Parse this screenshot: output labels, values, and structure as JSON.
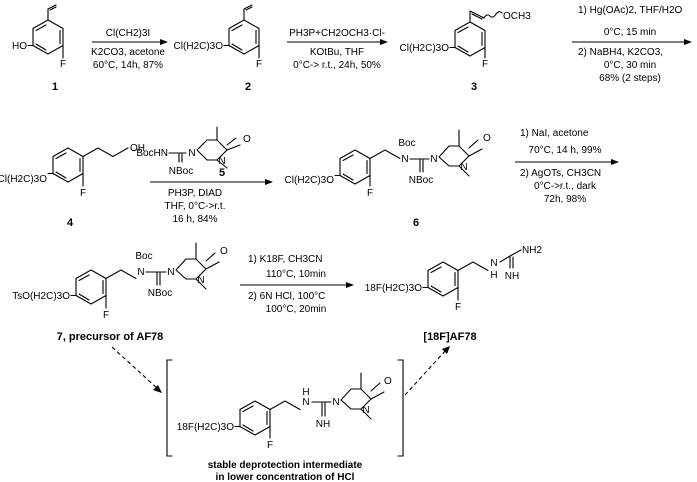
{
  "compounds": {
    "c1": {
      "number": "1",
      "subs": [
        {
          "text": "HO"
        },
        {
          "text": "F"
        }
      ]
    },
    "c2": {
      "number": "2",
      "subs": [
        {
          "text": "Cl(H2C)3O"
        },
        {
          "text": "F"
        }
      ]
    },
    "c3": {
      "number": "3",
      "subs": [
        {
          "text": "Cl(H2C)3O"
        },
        {
          "text": "F"
        },
        {
          "text": "OCH3"
        }
      ]
    },
    "c4": {
      "number": "4",
      "subs": [
        {
          "text": "Cl(H2C)3O"
        },
        {
          "text": "F"
        },
        {
          "text": "OH"
        }
      ]
    },
    "c5": {
      "number": "5",
      "subs": [
        {
          "text": "BocHN"
        },
        {
          "text": "NBoc"
        },
        {
          "text": "N"
        },
        {
          "text": "N"
        },
        {
          "text": "O"
        }
      ]
    },
    "c6": {
      "number": "6",
      "subs": [
        {
          "text": "Cl(H2C)3O"
        },
        {
          "text": "F"
        },
        {
          "text": "Boc"
        },
        {
          "text": "N"
        },
        {
          "text": "NBoc"
        },
        {
          "text": "N"
        },
        {
          "text": "N"
        },
        {
          "text": "O"
        }
      ]
    },
    "c7": {
      "number": "7, precursor of AF78",
      "subs": [
        {
          "text": "TsO(H2C)3O"
        },
        {
          "text": "F"
        },
        {
          "text": "Boc"
        },
        {
          "text": "N"
        },
        {
          "text": "NBoc"
        },
        {
          "text": "N"
        },
        {
          "text": "N"
        },
        {
          "text": "O"
        }
      ]
    },
    "af78": {
      "number": "[18F]AF78",
      "subs": [
        {
          "text": "18F(H2C)3O"
        },
        {
          "text": "F"
        },
        {
          "text": "N"
        },
        {
          "text": "H"
        },
        {
          "text": "NH"
        },
        {
          "text": "NH2"
        }
      ]
    },
    "inter": {
      "subs": [
        {
          "text": "18F(H2C)3O"
        },
        {
          "text": "F"
        },
        {
          "text": "N"
        },
        {
          "text": "H"
        },
        {
          "text": "NH"
        },
        {
          "text": "N"
        },
        {
          "text": "N"
        },
        {
          "text": "O"
        }
      ]
    }
  },
  "steps": {
    "s1": {
      "top": [
        "Cl(CH2)3I"
      ],
      "bottom": [
        "K2CO3, acetone",
        "60°C, 14h, 87%"
      ]
    },
    "s2": {
      "top": [
        "PH3P+CH2OCH3·Cl-"
      ],
      "bottom": [
        "KOtBu, THF",
        "0°C-> r.t., 24h, 50%"
      ]
    },
    "s3": {
      "top": [
        "1) Hg(OAc)2, THF/H2O",
        "0°C, 15 min"
      ],
      "bottom": [
        "2) NaBH4, K2CO3,",
        "0°C, 30 min",
        "68% (2 steps)"
      ]
    },
    "s4": {
      "top": [],
      "bottom": [
        "PH3P, DIAD",
        "THF, 0°C->r.t.",
        "16 h, 84%"
      ]
    },
    "s5": {
      "top": [
        "1) NaI, acetone",
        "70°C, 14 h, 99%"
      ],
      "bottom": [
        "2) AgOTs, CH3CN",
        "0°C->r.t., dark",
        "72h, 98%"
      ]
    },
    "s6": {
      "top": [
        "1) K18F, CH3CN",
        "110°C, 10min"
      ],
      "bottom": [
        "2) 6N HCl, 100°C",
        "100°C, 20min"
      ]
    }
  },
  "note": [
    "stable deprotection intermediate",
    "in lower concentration of HCl"
  ]
}
